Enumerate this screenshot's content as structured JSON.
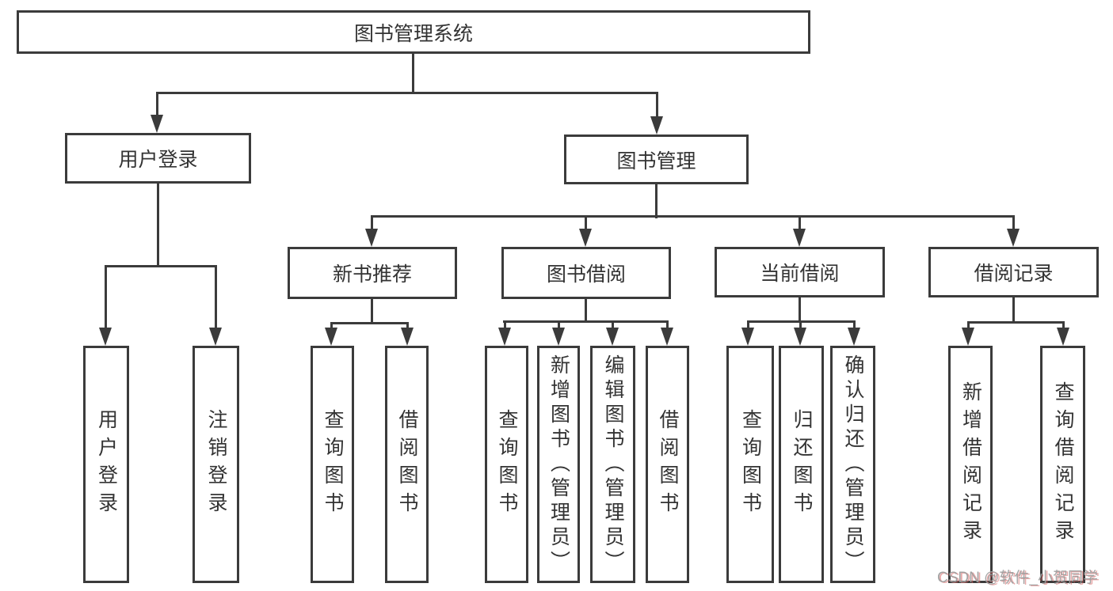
{
  "colors": {
    "line": "#3b3b3b",
    "text": "#333333",
    "background": "#ffffff",
    "watermark_gray": "#9e9e9e",
    "watermark_red": "#d66464"
  },
  "watermark": {
    "text": "CSDN @软件_小贺同学"
  },
  "tree": {
    "label": "图书管理系统",
    "children": [
      {
        "label": "用户登录",
        "children": [
          {
            "label": "用户登录"
          },
          {
            "label": "注销登录"
          }
        ]
      },
      {
        "label": "图书管理",
        "children": [
          {
            "label": "新书推荐",
            "children": [
              {
                "label": "查询图书"
              },
              {
                "label": "借阅图书"
              }
            ]
          },
          {
            "label": "图书借阅",
            "children": [
              {
                "label": "查询图书"
              },
              {
                "label": "新增图书（管理员）"
              },
              {
                "label": "编辑图书（管理员）"
              },
              {
                "label": "借阅图书"
              }
            ]
          },
          {
            "label": "当前借阅",
            "children": [
              {
                "label": "查询图书"
              },
              {
                "label": "归还图书"
              },
              {
                "label": "确认归还（管理员）"
              }
            ]
          },
          {
            "label": "借阅记录",
            "children": [
              {
                "label": "新增借阅记录"
              },
              {
                "label": "查询借阅记录"
              }
            ]
          }
        ]
      }
    ]
  }
}
